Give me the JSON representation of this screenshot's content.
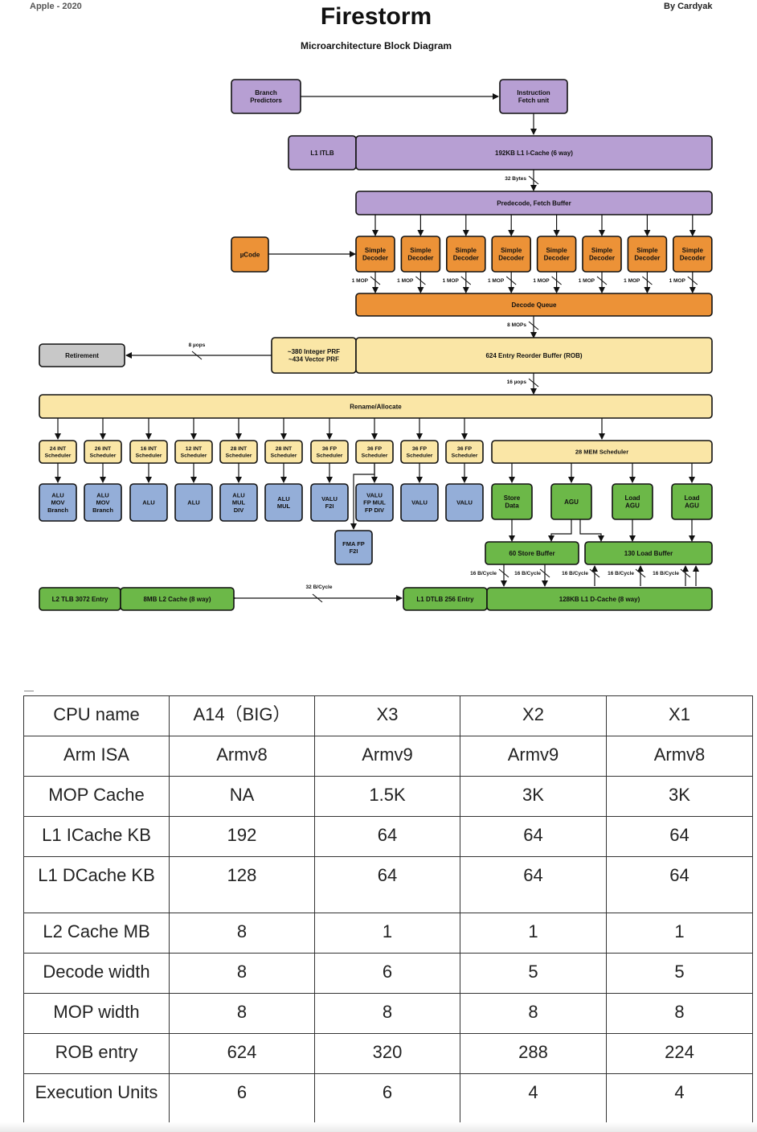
{
  "header": {
    "left": "Apple - 2020",
    "title": "Firestorm",
    "subtitle": "Microarchitecture Block Diagram",
    "right": "By Cardyak"
  },
  "colors": {
    "purple": "#b79fd3",
    "orange": "#ec9237",
    "yellow": "#fae6a6",
    "gray": "#c8c8c8",
    "blue": "#94aed8",
    "green": "#6cb848"
  },
  "diagram": {
    "frontend": {
      "branch_predictors": "Branch\nPredictors",
      "instruction_fetch": "Instruction\nFetch unit",
      "l1_itlb": "L1 ITLB",
      "l1_icache": "192KB L1 I-Cache (6 way)",
      "fetch_bw": "32 Bytes",
      "predecode": "Predecode, Fetch Buffer",
      "ucode": "µCode",
      "decoder": "Simple\nDecoder",
      "mop_label": "1 MOP",
      "decode_queue": "Decode Queue",
      "decode_bw": "8 MOPs"
    },
    "backend": {
      "retirement": "Retirement",
      "retire_bw": "8 µops",
      "prf": "~380 Integer PRF\n~434 Vector PRF",
      "rob": "624 Entry Reorder Buffer (ROB)",
      "rename_bw": "16 µops",
      "rename": "Rename/Allocate",
      "schedulers": [
        "24 INT\nScheduler",
        "26 INT\nScheduler",
        "16 INT\nScheduler",
        "12 INT\nScheduler",
        "28 INT\nScheduler",
        "28 INT\nScheduler",
        "36 FP\nScheduler",
        "36 FP\nScheduler",
        "36 FP\nScheduler",
        "36 FP\nScheduler"
      ],
      "mem_scheduler": "28 MEM Scheduler",
      "exec_units": [
        "ALU\nMOV\nBranch",
        "ALU\nMOV\nBranch",
        "ALU",
        "ALU",
        "ALU\nMUL\nDIV",
        "ALU\nMUL",
        "VALU\nF2I",
        "VALU\nFP MUL\nFP DIV",
        "VALU",
        "VALU"
      ],
      "fma": "FMA FP\nF2I",
      "mem_units": [
        "Store\nData",
        "AGU",
        "Load\nAGU",
        "Load\nAGU"
      ]
    },
    "memory": {
      "store_buffer": "60 Store Buffer",
      "load_buffer": "130 Load Buffer",
      "cycle_label": "16 B/Cycle",
      "l2_tlb": "L2 TLB 3072 Entry",
      "l2_cache": "8MB L2 Cache (8 way)",
      "l2_bw": "32 B/Cycle",
      "l1_dtlb": "L1 DTLB 256 Entry",
      "l1_dcache": "128KB L1 D-Cache (8 way)"
    }
  },
  "table": {
    "rows": [
      [
        "CPU name",
        "A14（BIG）",
        "X3",
        "X2",
        "X1"
      ],
      [
        "Arm ISA",
        "Armv8",
        "Armv9",
        "Armv9",
        "Armv8"
      ],
      [
        "MOP Cache",
        "NA",
        "1.5K",
        "3K",
        "3K"
      ],
      [
        "L1 ICache KB",
        "192",
        "64",
        "64",
        "64"
      ],
      [
        "L1 DCache KB",
        "128",
        "64",
        "64",
        "64"
      ],
      [
        "L2 Cache MB",
        "8",
        "1",
        "1",
        "1"
      ],
      [
        "Decode width",
        "8",
        "6",
        "5",
        "5"
      ],
      [
        "MOP width",
        "8",
        "8",
        "8",
        "8"
      ],
      [
        "ROB entry",
        "624",
        "320",
        "288",
        "224"
      ],
      [
        "Execution Units",
        "6",
        "6",
        "4",
        "4"
      ]
    ]
  }
}
